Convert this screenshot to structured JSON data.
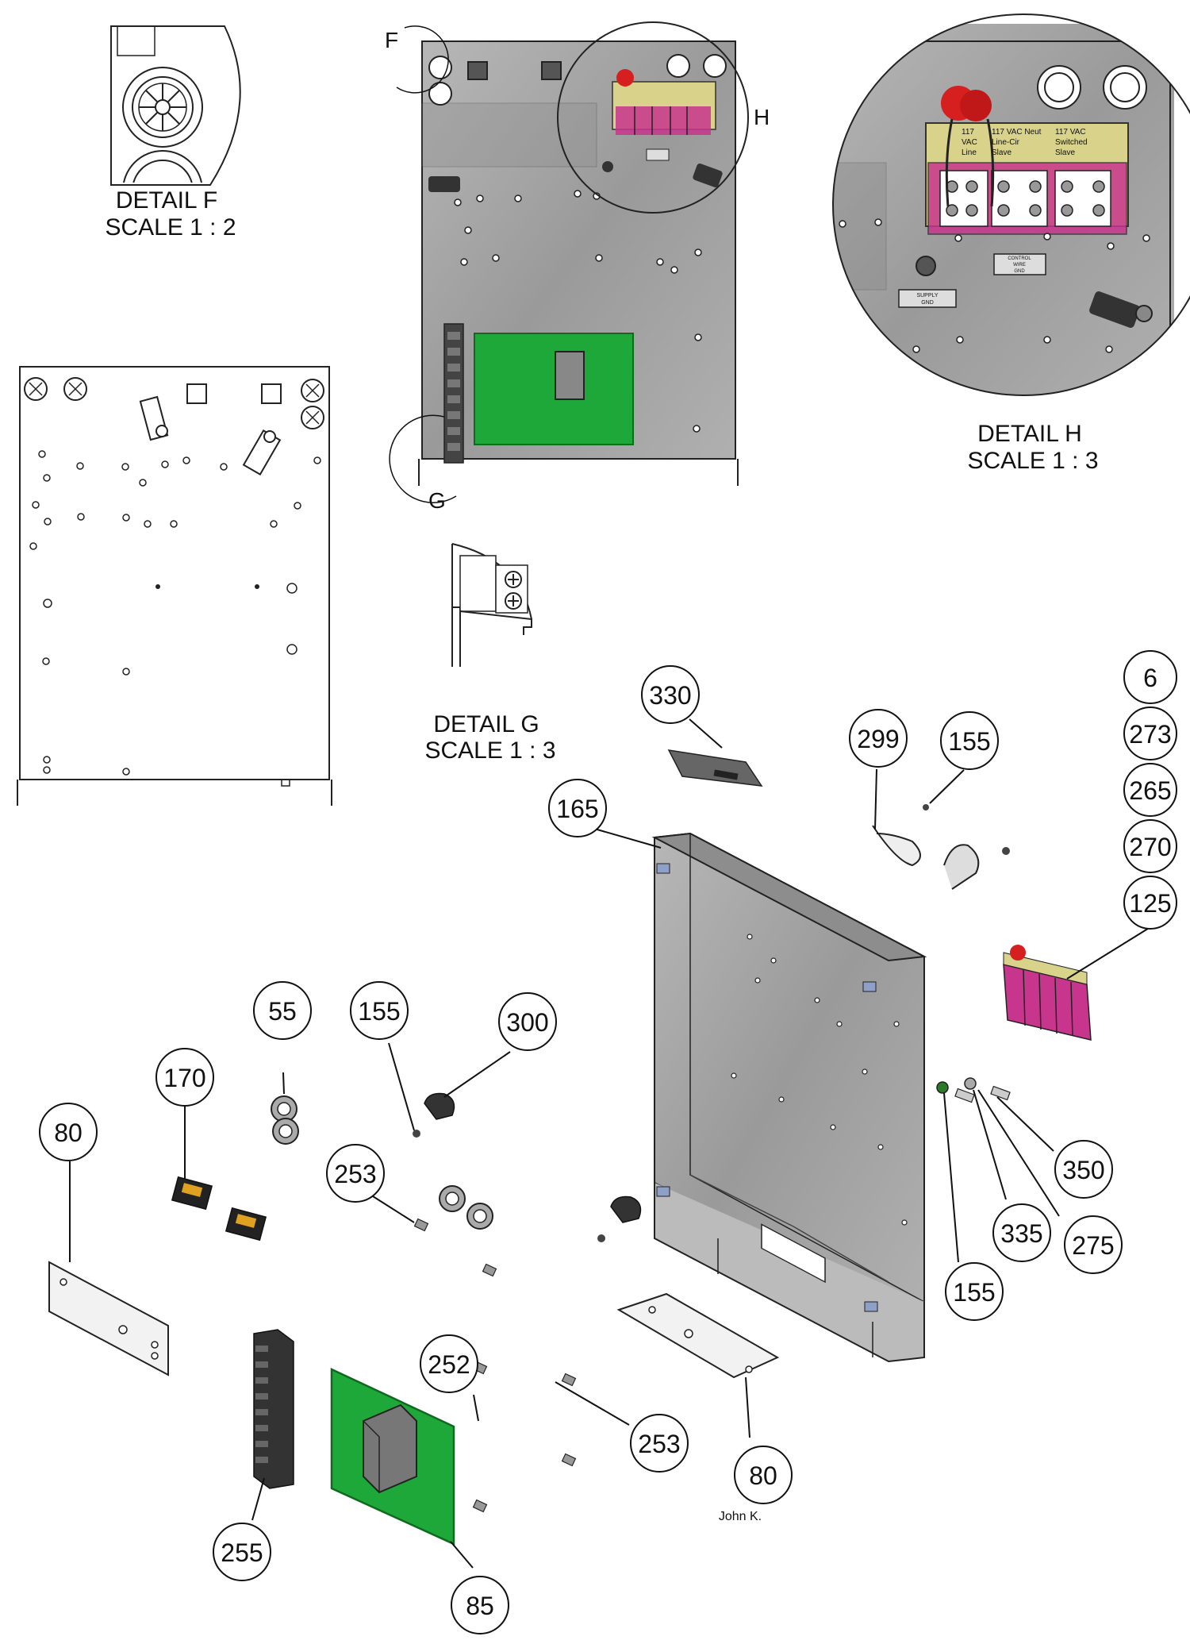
{
  "details": [
    {
      "title": "DETAIL F",
      "scale": "SCALE 1 : 2"
    },
    {
      "title": "DETAIL H",
      "scale": "SCALE 1 : 3"
    },
    {
      "title": "DETAIL G",
      "scale": "SCALE 1 : 3"
    }
  ],
  "view_markers": {
    "f": "F",
    "g": "G",
    "h": "H"
  },
  "terminal_block_labels": {
    "col1": [
      "117",
      "VAC",
      "Line"
    ],
    "col2": [
      "117 VAC Neut",
      "Line-Cir",
      "Slave"
    ],
    "col3": [
      "117 VAC",
      "Switched",
      "Slave"
    ]
  },
  "panel_tags": {
    "supply_gnd": [
      "SUPPLY",
      "GND"
    ],
    "control_wire": [
      "CONTROL",
      "WIRE",
      "GND"
    ]
  },
  "balloons": [
    "6",
    "273",
    "265",
    "270",
    "125",
    "330",
    "299",
    "155",
    "165",
    "55",
    "155",
    "300",
    "170",
    "80",
    "253",
    "350",
    "335",
    "275",
    "155",
    "252",
    "253",
    "80",
    "255",
    "85"
  ],
  "signature": "John K.",
  "colors": {
    "pcb_green": "#1ea83a",
    "pcb_edge": "#0f6a1e",
    "terminal_magenta": "#c8358c",
    "label_yellow": "#d8d28a",
    "knob_red": "#d61f1f",
    "galvanized": "#a3a3a3"
  }
}
